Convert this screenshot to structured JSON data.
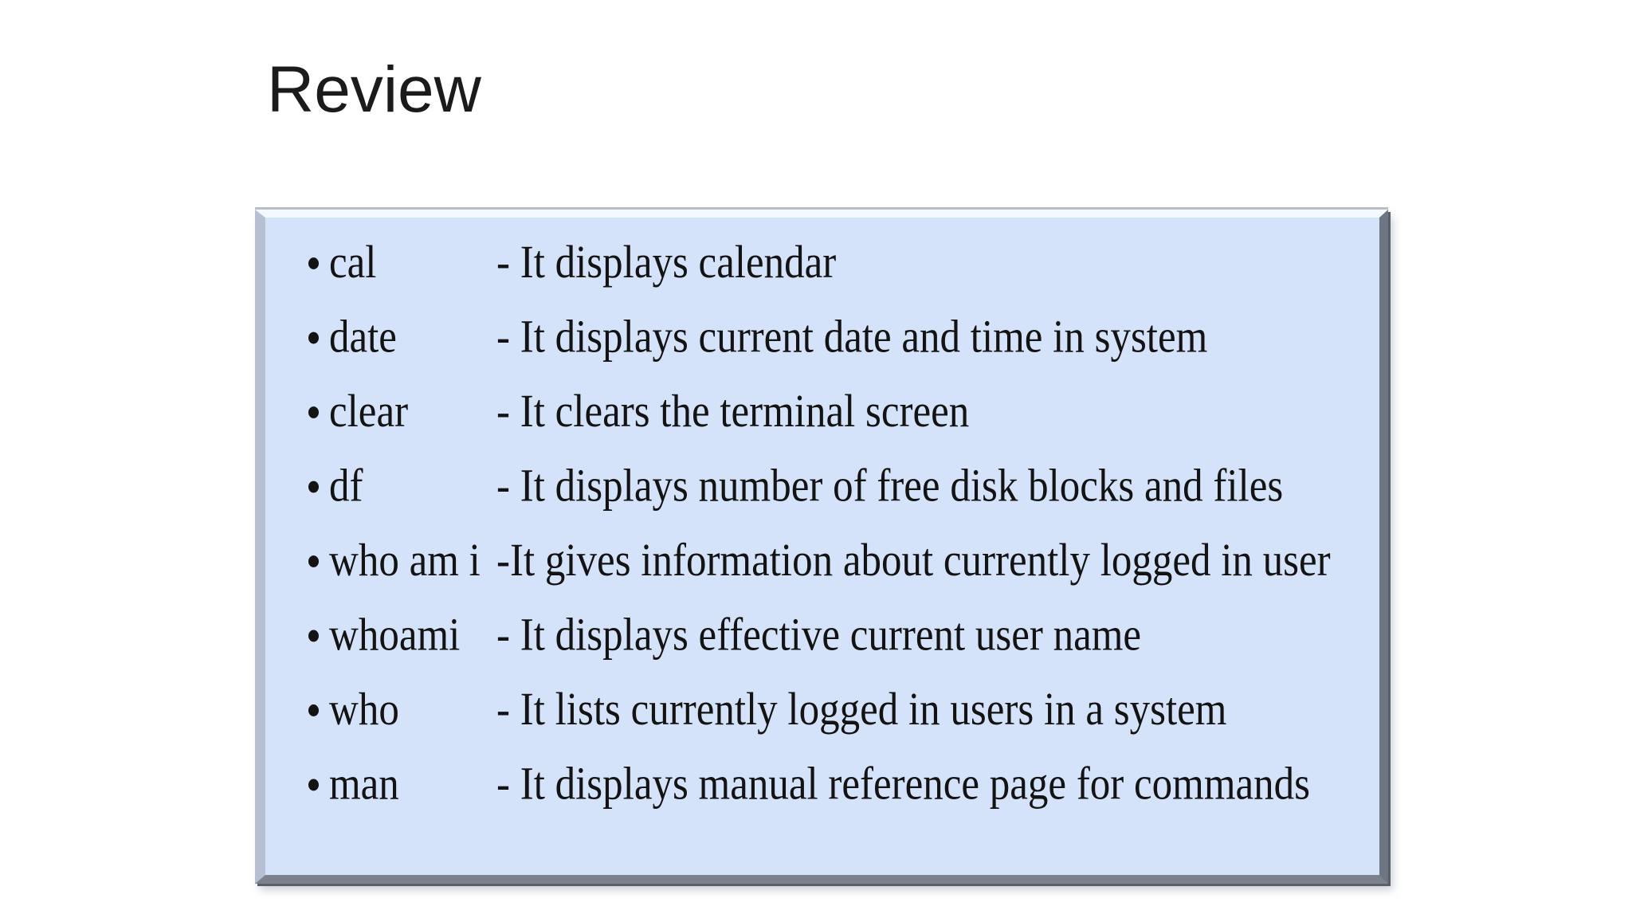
{
  "slide": {
    "title": "Review"
  },
  "panel": {
    "items": [
      {
        "command": "cal",
        "description": "- It displays calendar"
      },
      {
        "command": "date",
        "description": "- It displays current date and time in system"
      },
      {
        "command": "clear",
        "description": "- It clears the terminal screen"
      },
      {
        "command": "df",
        "description": "- It displays number of free disk blocks and files"
      },
      {
        "command": "who am i",
        "description": "-It gives information about currently logged in user"
      },
      {
        "command": "whoami",
        "description": "- It displays effective current user name"
      },
      {
        "command": "who",
        "description": "- It lists currently logged in users in a system"
      },
      {
        "command": "man",
        "description": "- It displays manual reference page for commands"
      }
    ],
    "colors": {
      "fill": "#d5e3fa",
      "body_text": "#131313",
      "title_text": "#1b1b1b",
      "bevel_top": "#f4f9ff",
      "bevel_left": "#b6c0d2",
      "bevel_right": "#6e7683",
      "bevel_bottom": "#7b828e",
      "outer_line": "#b9bfc9"
    }
  }
}
